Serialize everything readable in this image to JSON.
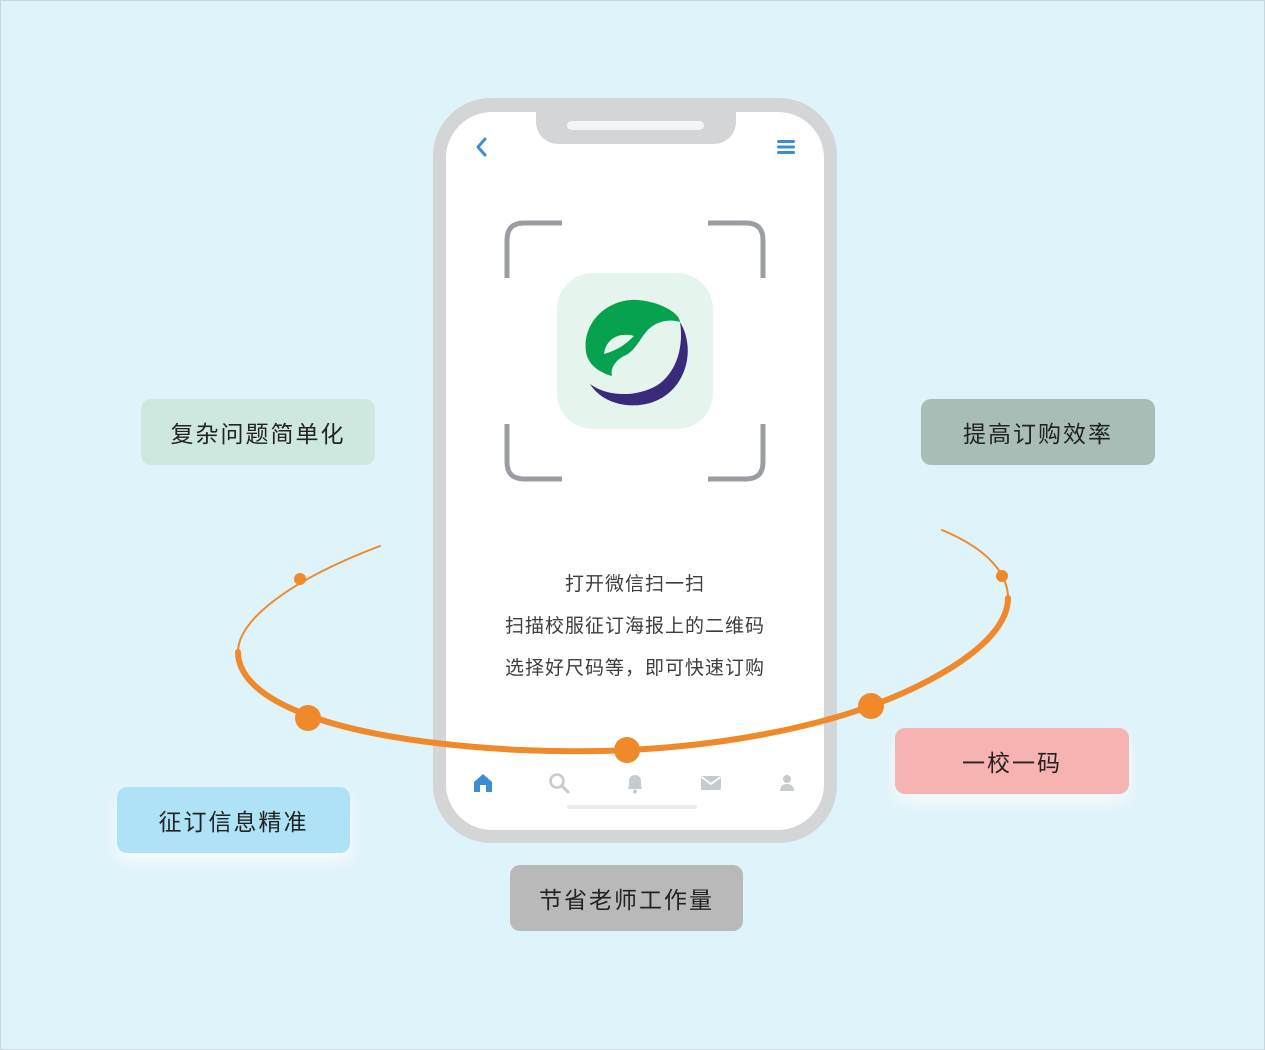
{
  "colors": {
    "background": "#dff3fa",
    "orbit": "#f0892a",
    "accent_blue": "#3b8fd1",
    "logo_green": "#05a14e",
    "logo_purple": "#3a2a7c"
  },
  "phone": {
    "nav": {
      "back_icon": "chevron-left-icon",
      "menu_icon": "hamburger-menu-icon"
    },
    "instructions": [
      "打开微信扫一扫",
      "扫描校服征订海报上的二维码",
      "选择好尺码等，即可快速订购"
    ],
    "tabbar": [
      {
        "icon": "home-icon",
        "active": true
      },
      {
        "icon": "search-icon",
        "active": false
      },
      {
        "icon": "bell-icon",
        "active": false
      },
      {
        "icon": "mail-icon",
        "active": false
      },
      {
        "icon": "user-icon",
        "active": false
      }
    ]
  },
  "features": {
    "complex": "复杂问题简单化",
    "efficiency": "提高订购效率",
    "one_school": "一校一码",
    "accurate": "征订信息精准",
    "save_teacher": "节省老师工作量"
  }
}
